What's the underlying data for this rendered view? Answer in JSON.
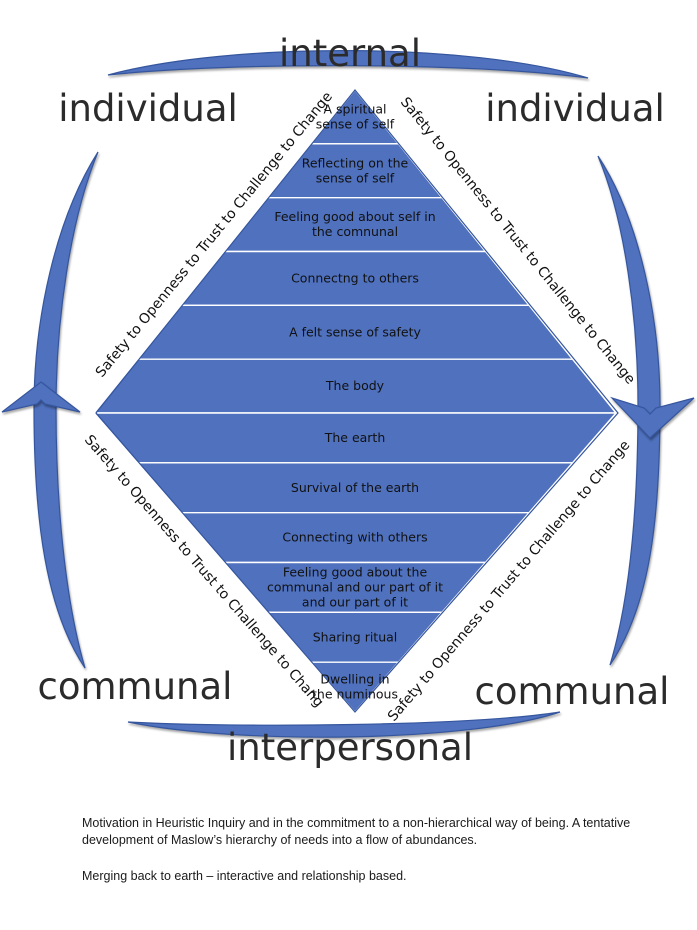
{
  "labels": {
    "top": "internal",
    "bottom": "interpersonal",
    "top_left": "individual",
    "top_right": "individual",
    "bottom_left": "communal",
    "bottom_right": "communal"
  },
  "upper_levels": [
    [
      "A spiritual",
      "sense of self"
    ],
    [
      "Reflecting on the",
      "sense of self"
    ],
    [
      "Feeling good about self in",
      "the comnunal"
    ],
    [
      "Connectng to others"
    ],
    [
      "A felt sense of safety"
    ],
    [
      "The body"
    ]
  ],
  "lower_levels": [
    [
      "The earth"
    ],
    [
      "Survival of the earth"
    ],
    [
      "Connecting with others"
    ],
    [
      "Feeling good about the",
      "communal and our part of it",
      "and our part of it"
    ],
    [
      "Sharing ritual"
    ],
    [
      "Dwelling in",
      "the numinous"
    ]
  ],
  "edge_text": "Safety to Openness to Trust to Challenge to Change",
  "caption": {
    "line1": "Motivation in Heuristic Inquiry and in the commitment to a non-hierarchical way of being.  A tentative development of Maslow’s hierarchy of needs into a flow of abundances.",
    "line2": "Merging back to earth – interactive and relationship based."
  },
  "colors": {
    "fill": "#4f71be",
    "stroke": "#35569e",
    "divider": "#ffffff"
  }
}
